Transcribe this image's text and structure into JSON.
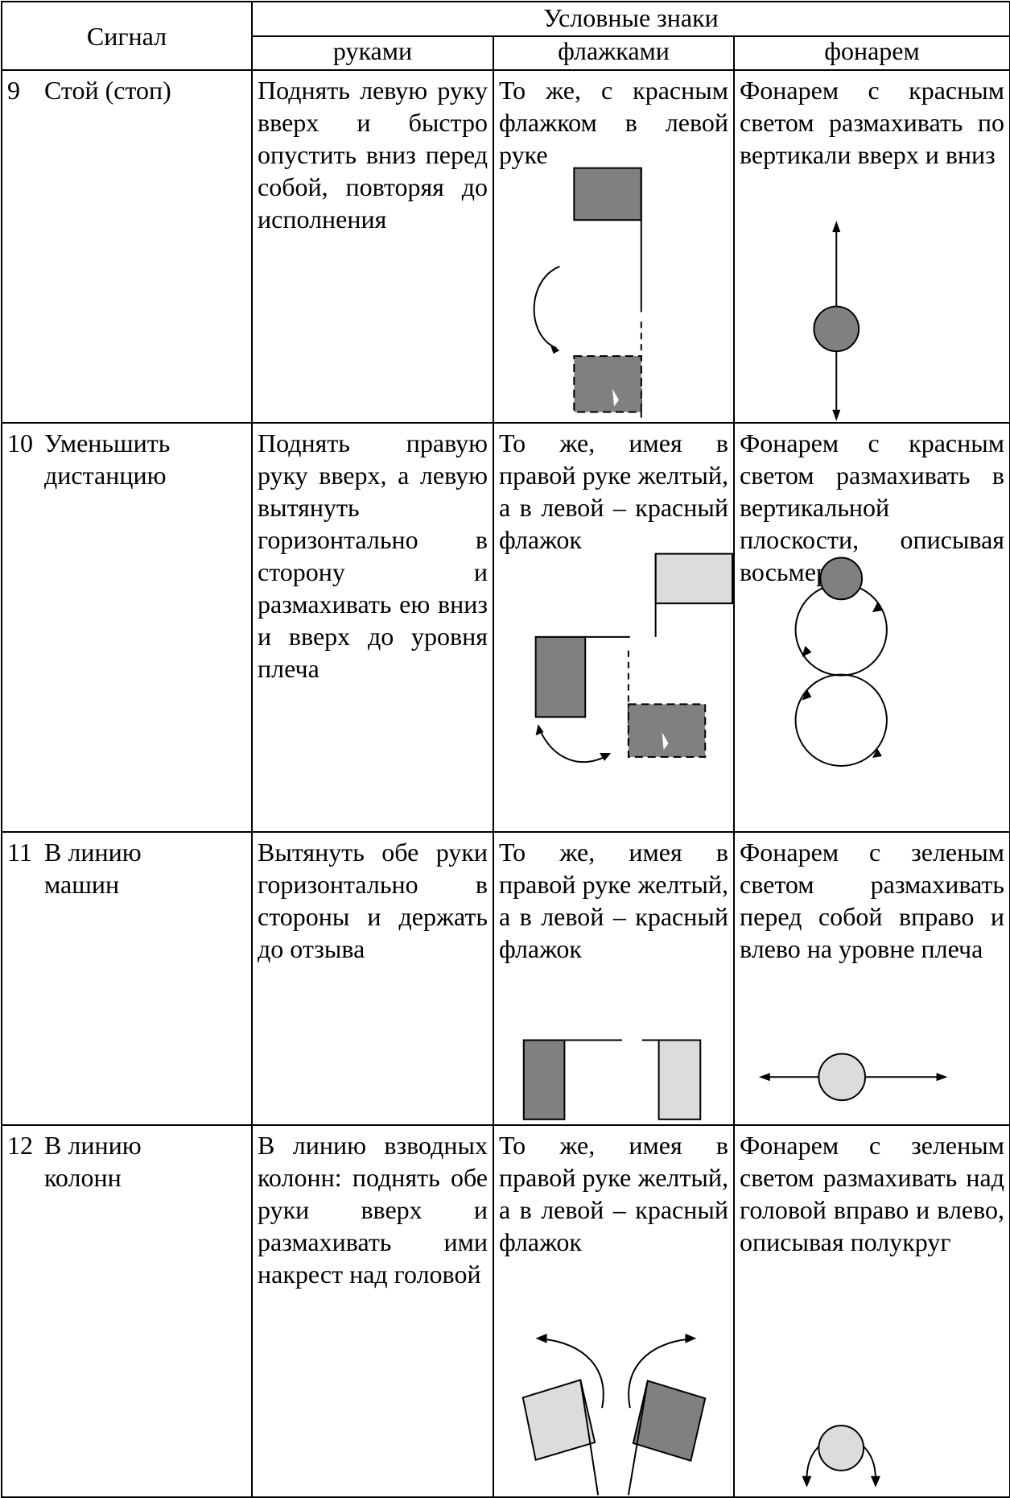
{
  "header": {
    "signal": "Сигнал",
    "signs": "Условные знаки",
    "hands": "руками",
    "flags": "флажками",
    "lantern": "фонарем"
  },
  "rows": [
    {
      "num": "9",
      "signal": "Стой (стоп)",
      "hands": "Поднять левую руку вверх и быстро опустить вниз перед собой, повторяя до исполнения",
      "flags": "То же, с красным флажком в левой руке",
      "lantern": "Фонарем с красным светом размахивать по вертикали вверх и вниз"
    },
    {
      "num": "10",
      "signal": "Уменьшить\nдистанцию",
      "hands": "Поднять правую руку вверх, а левую вытянуть горизонтально в сторону и размахивать ею вниз и вверх до уровня плеча",
      "flags": "То же, имея в правой руке желтый, а в левой – красный флажок",
      "lantern": "Фонарем с красным светом размахивать в вертикальной плоскости, описывая восьмерку"
    },
    {
      "num": "11",
      "signal": "В линию\nмашин",
      "hands": "Вытянуть обе руки горизонтально в стороны и держать до отзыва",
      "flags": "То же, имея в правой руке желтый, а в левой – красный флажок",
      "lantern": "Фонарем с зеленым светом размахивать перед собой вправо и влево на уровне плеча"
    },
    {
      "num": "12",
      "signal": "В линию\nколонн",
      "hands": "В линию взводных колонн: поднять обе руки вверх и размахивать ими накрест над головой",
      "flags": "То же, имея в правой руке желтый, а в левой – красный флажок",
      "lantern": "Фонарем с зеленым светом размахивать над головой вправо и влево, описывая полукруг"
    }
  ],
  "colors": {
    "red_flag": "#808080",
    "yellow_flag": "#dcdcdc",
    "red_light": "#808080",
    "green_light": "#dcdcdc",
    "line": "#000000"
  }
}
